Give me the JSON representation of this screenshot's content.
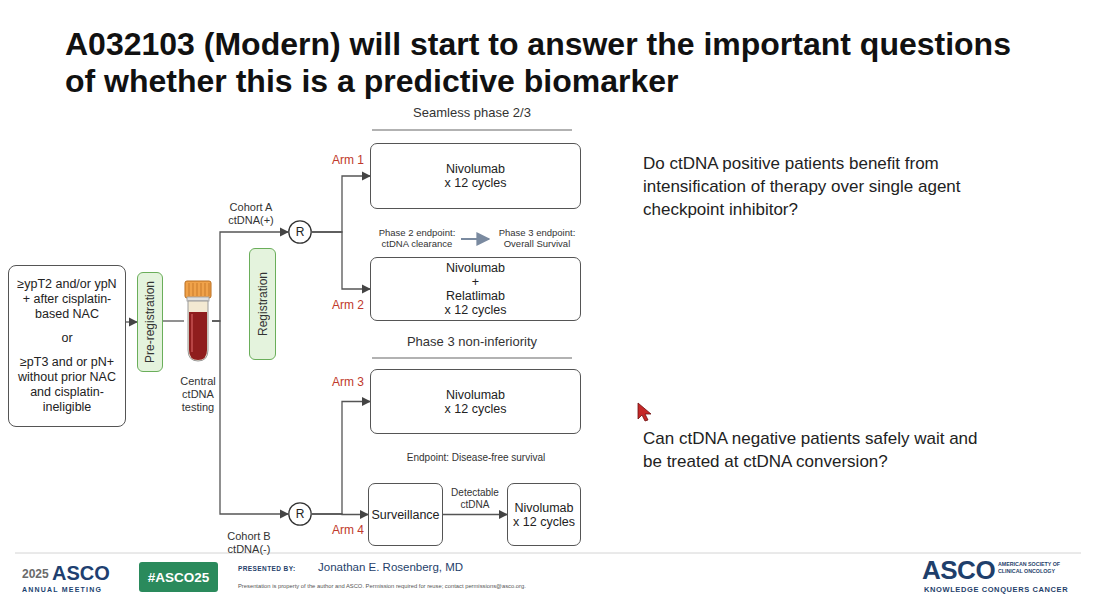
{
  "diagram": {
    "title": "A032103 (Modern) will start to answer the important questions of whether this is a predictive biomarker",
    "nodes": [
      {
        "text": [
          "≥ypT2 and/or ypN + after cisplatin-based NAC",
          "or",
          "≥pT3 and or pN+ without prior NAC and cisplatin-ineligible"
        ]
      },
      {
        "text": [
          "Pre-registration"
        ]
      },
      {
        "text": [
          "Central ctDNA testing"
        ]
      },
      {
        "text": [
          "Registration"
        ]
      },
      {
        "text": [
          "R"
        ]
      },
      {
        "text": [
          "Nivolumab x 12 cycles"
        ]
      },
      {
        "text": [
          "Nivolumab + Relatlimab x 12 cycles"
        ]
      },
      {
        "text": [
          "R"
        ]
      },
      {
        "text": [
          "Nivolumab x 12 cycles"
        ]
      },
      {
        "text": [
          "Surveillance"
        ]
      },
      {
        "text": [
          "Nivolumab x 12 cycles"
        ]
      },
      {
        "text": [
          "#ASCO25"
        ]
      }
    ],
    "edges": [
      {
        "from": 0,
        "to": 1,
        "arrow": "to"
      },
      {
        "from": 1,
        "to": 2,
        "arrow": "none"
      },
      {
        "from": 2,
        "to": 4,
        "arrow": "to"
      },
      {
        "from": 2,
        "to": 7,
        "arrow": "to"
      },
      {
        "from": 4,
        "to": 5,
        "arrow": "to"
      },
      {
        "from": 4,
        "to": 6,
        "arrow": "to"
      },
      {
        "from": 7,
        "to": 8,
        "arrow": "to"
      },
      {
        "from": 7,
        "to": 9,
        "arrow": "to"
      },
      {
        "from": 9,
        "to": 10,
        "arrow": "to",
        "label": "Detectable ctDNA"
      }
    ],
    "labels": [
      "Seamless phase 2/3",
      "Arm 1",
      "Cohort A ctDNA(+)",
      "Phase 2 endpoint: ctDNA clearance",
      "Phase 3 endpoint: Overall Survival",
      "Arm 2",
      "Do ctDNA positive patients benefit from intensification of therapy over single agent checkpoint inhibitor?",
      "Phase 3 non-inferiority",
      "Arm 3",
      "Can ctDNA negative patients safely wait and be treated at ctDNA conversion?",
      "Endpoint: Disease-free survival",
      "Cohort B ctDNA(-)",
      "Arm 4",
      "2025",
      "ASCO",
      "ANNUAL MEETING",
      "PRESENTED BY:",
      "Jonathan E. Rosenberg, MD",
      "Presentation is property of the author and ASCO. Permission required for reuse; contact permissions@asco.org.",
      "ASCO",
      "AMERICAN SOCIETY OF CLINICAL ONCOLOGY",
      "KNOWLEDGE CONQUERS CANCER"
    ]
  }
}
